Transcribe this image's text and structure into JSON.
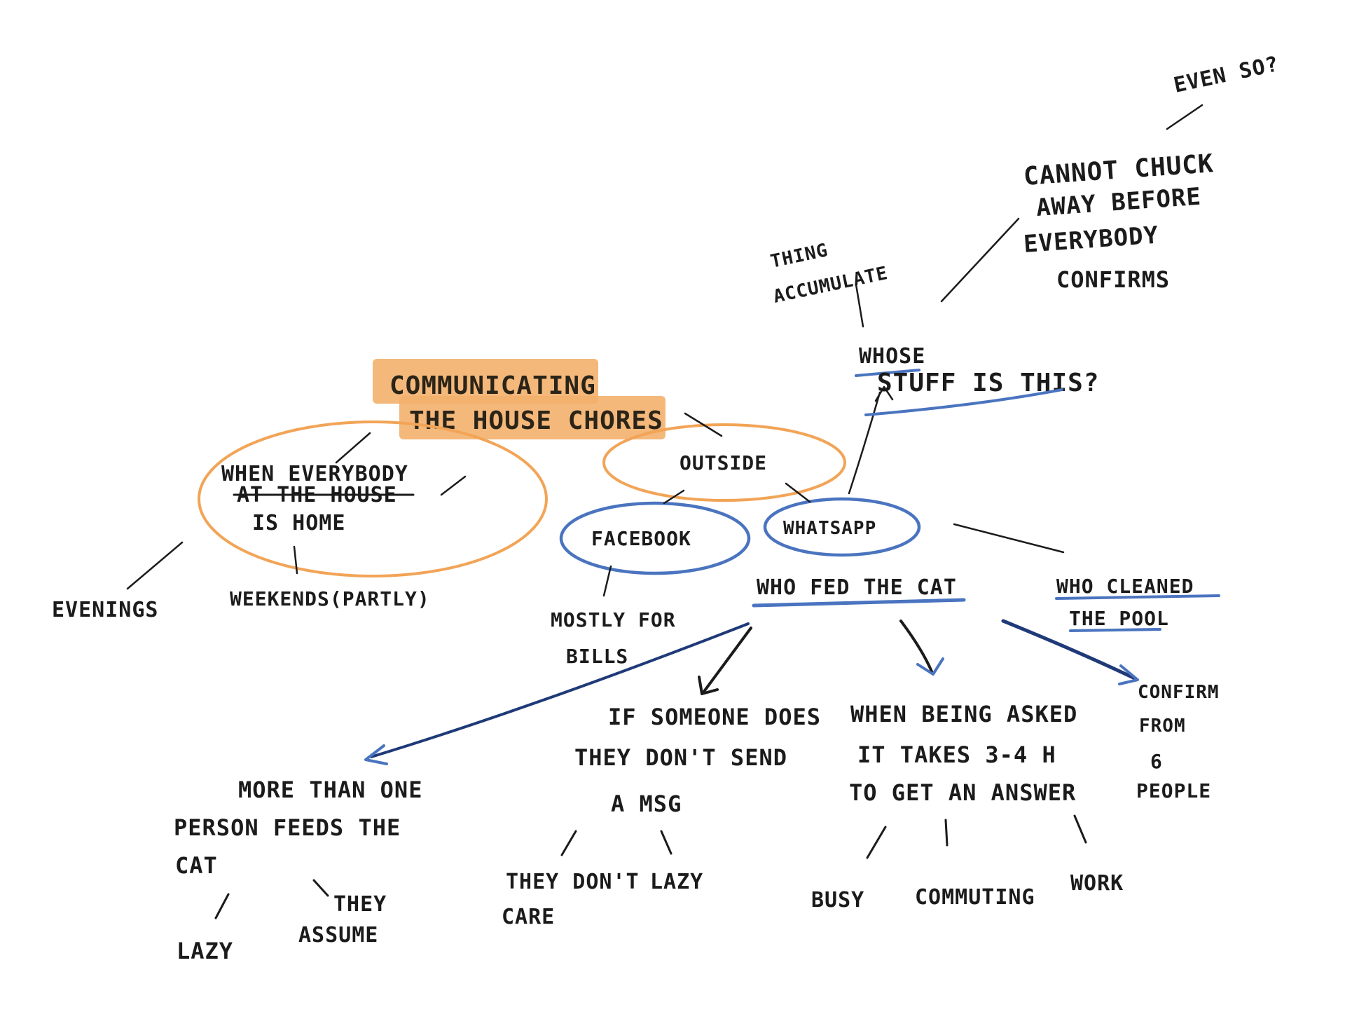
{
  "colors": {
    "ink": "#1b1b1b",
    "blue": "#4a74bf",
    "navy": "#1f3a78",
    "orange": "#f2a457",
    "highlight": "#f3b06d"
  },
  "nodes": {
    "title_line1": "COMMUNICATING",
    "title_line2": "THE HOUSE CHORES",
    "when_everybody": "WHEN EVERYBODY",
    "at_the_house": "AT THE HOUSE",
    "is_home": "IS HOME",
    "outside": "OUTSIDE",
    "facebook": "FACEBOOK",
    "whatsapp": "WHATSAPP",
    "evenings": "EVENINGS",
    "weekends": "WEEKENDS(PARTLY)",
    "mostly_for": "MOSTLY FOR",
    "bills": "BILLS",
    "who_fed": "WHO FED THE CAT",
    "who_cleaned_1": "WHO CLEANED",
    "who_cleaned_2": "THE POOL",
    "whose": "WHOSE",
    "stuff": "STUFF IS THIS?",
    "things_1": "THING",
    "things_2": "ACCUMULATE",
    "cannot_1": "CANNOT CHUCK",
    "cannot_2": "AWAY BEFORE",
    "cannot_3": "EVERYBODY",
    "cannot_4": "CONFIRMS",
    "even_so": "EVEN SO?",
    "more_1": "MORE THAN ONE",
    "more_2": "PERSON FEEDS THE",
    "more_3": "CAT",
    "lazy": "LAZY",
    "they_1": "THEY",
    "they_2": "ASSUME",
    "if_1": "IF SOMEONE DOES",
    "if_2": "THEY DON'T SEND",
    "if_3": "A MSG",
    "they_dont_1": "THEY DON'T",
    "they_dont_2": "CARE",
    "lazy2": "LAZY",
    "when_1": "WHEN BEING ASKED",
    "when_2": "IT TAKES 3-4 H",
    "when_3": "TO GET AN ANSWER",
    "busy": "BUSY",
    "commuting": "COMMUTING",
    "work": "WORK",
    "confirm_1": "CONFIRM",
    "confirm_2": "FROM",
    "confirm_3": "6",
    "confirm_4": "PEOPLE"
  }
}
